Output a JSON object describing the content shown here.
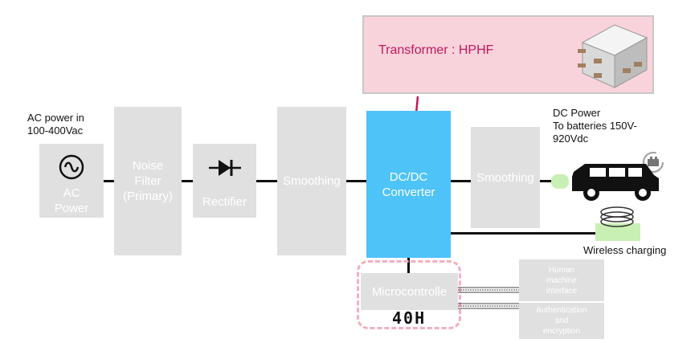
{
  "transformer": {
    "label": "Transformer : HPHF"
  },
  "input": {
    "line1": "AC power in",
    "line2": "100-400Vac"
  },
  "ac_power": {
    "line1": "AC",
    "line2": "Power"
  },
  "noise_filter": {
    "line1": "Noise",
    "line2": "Filter",
    "line3": "(Primary)"
  },
  "rectifier": {
    "label": "Rectifier"
  },
  "smoothing_primary": {
    "label": "Smoothing"
  },
  "dcdc": {
    "line1": "DC/DC",
    "line2": "Converter"
  },
  "smoothing_secondary": {
    "label": "Smoothing"
  },
  "dc_output": {
    "line1": "DC Power",
    "line2": "To batteries 150V-",
    "line3": "920Vdc"
  },
  "wireless": {
    "label": "Wireless charging"
  },
  "microcontroller": {
    "label": "Microcontrolle",
    "code": "40H"
  },
  "hmi": {
    "line1": "Human",
    "line2": "machine",
    "line3": "interface"
  },
  "auth": {
    "line1": "Authentication",
    "line2": "and",
    "line3": "encryption"
  },
  "colors": {
    "converter": "#4dc3f7",
    "block": "#e0e0e0",
    "transformer_fill": "#f9d3dc",
    "accent": "#c2185b",
    "connector": "#c8f0b4"
  }
}
